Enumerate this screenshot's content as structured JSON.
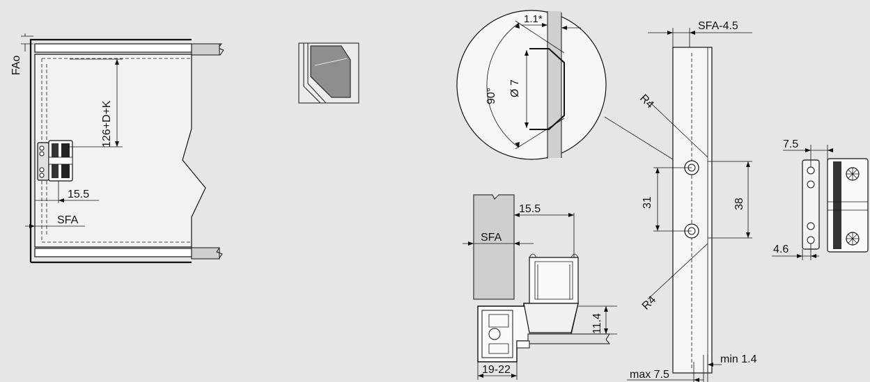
{
  "labels": {
    "fao": "FAo",
    "height_formula": "126+D+K",
    "offset_15_5": "15.5",
    "sfa": "SFA",
    "detail_1_1": "1.1*",
    "angle_90": "90°",
    "dia_7": "Ø 7",
    "sfa_4_5": "SFA-4.5",
    "r4": "R4",
    "dist_31": "31",
    "dist_38": "38",
    "dim_7_5": "7.5",
    "dim_4_6": "4.6",
    "dim_11_4": "11.4",
    "dim_19_22": "19-22",
    "min_1_4": "min 1.4",
    "max_7_5": "max 7.5"
  },
  "colors": {
    "background": "#e6e6e6",
    "line": "#111111",
    "glass": "#9a9a9a",
    "door": "#cfcfcf"
  }
}
